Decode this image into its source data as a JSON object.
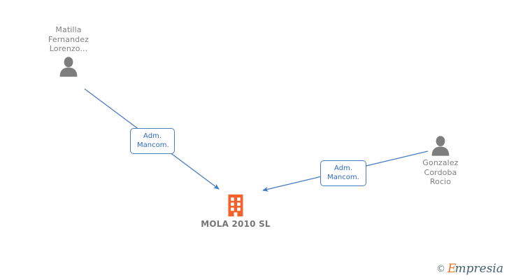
{
  "graph": {
    "background_color": "#ffffff",
    "edge_color": "#4a7fc1",
    "person_color": "#7d7d7d",
    "company_color": "#f2622a",
    "text_color": "#808080"
  },
  "nodes": {
    "person_left": {
      "name": "Matilla\nFernandez\nLorenzo...",
      "icon": "person-icon",
      "type": "person"
    },
    "person_right": {
      "name": "Gonzalez\nCordoba\nRocio",
      "icon": "person-icon",
      "type": "person"
    },
    "company": {
      "name": "MOLA 2010 SL",
      "icon": "building-icon",
      "type": "company"
    }
  },
  "edges": [
    {
      "from": "person_left",
      "to": "company",
      "label": "Adm.\nMancom.",
      "direction": "to-company"
    },
    {
      "from": "person_right",
      "to": "company",
      "label": "Adm.\nMancom.",
      "direction": "to-company"
    }
  ],
  "watermark": {
    "copyright": "©",
    "brand_first": "E",
    "brand_rest": "mpresia"
  }
}
